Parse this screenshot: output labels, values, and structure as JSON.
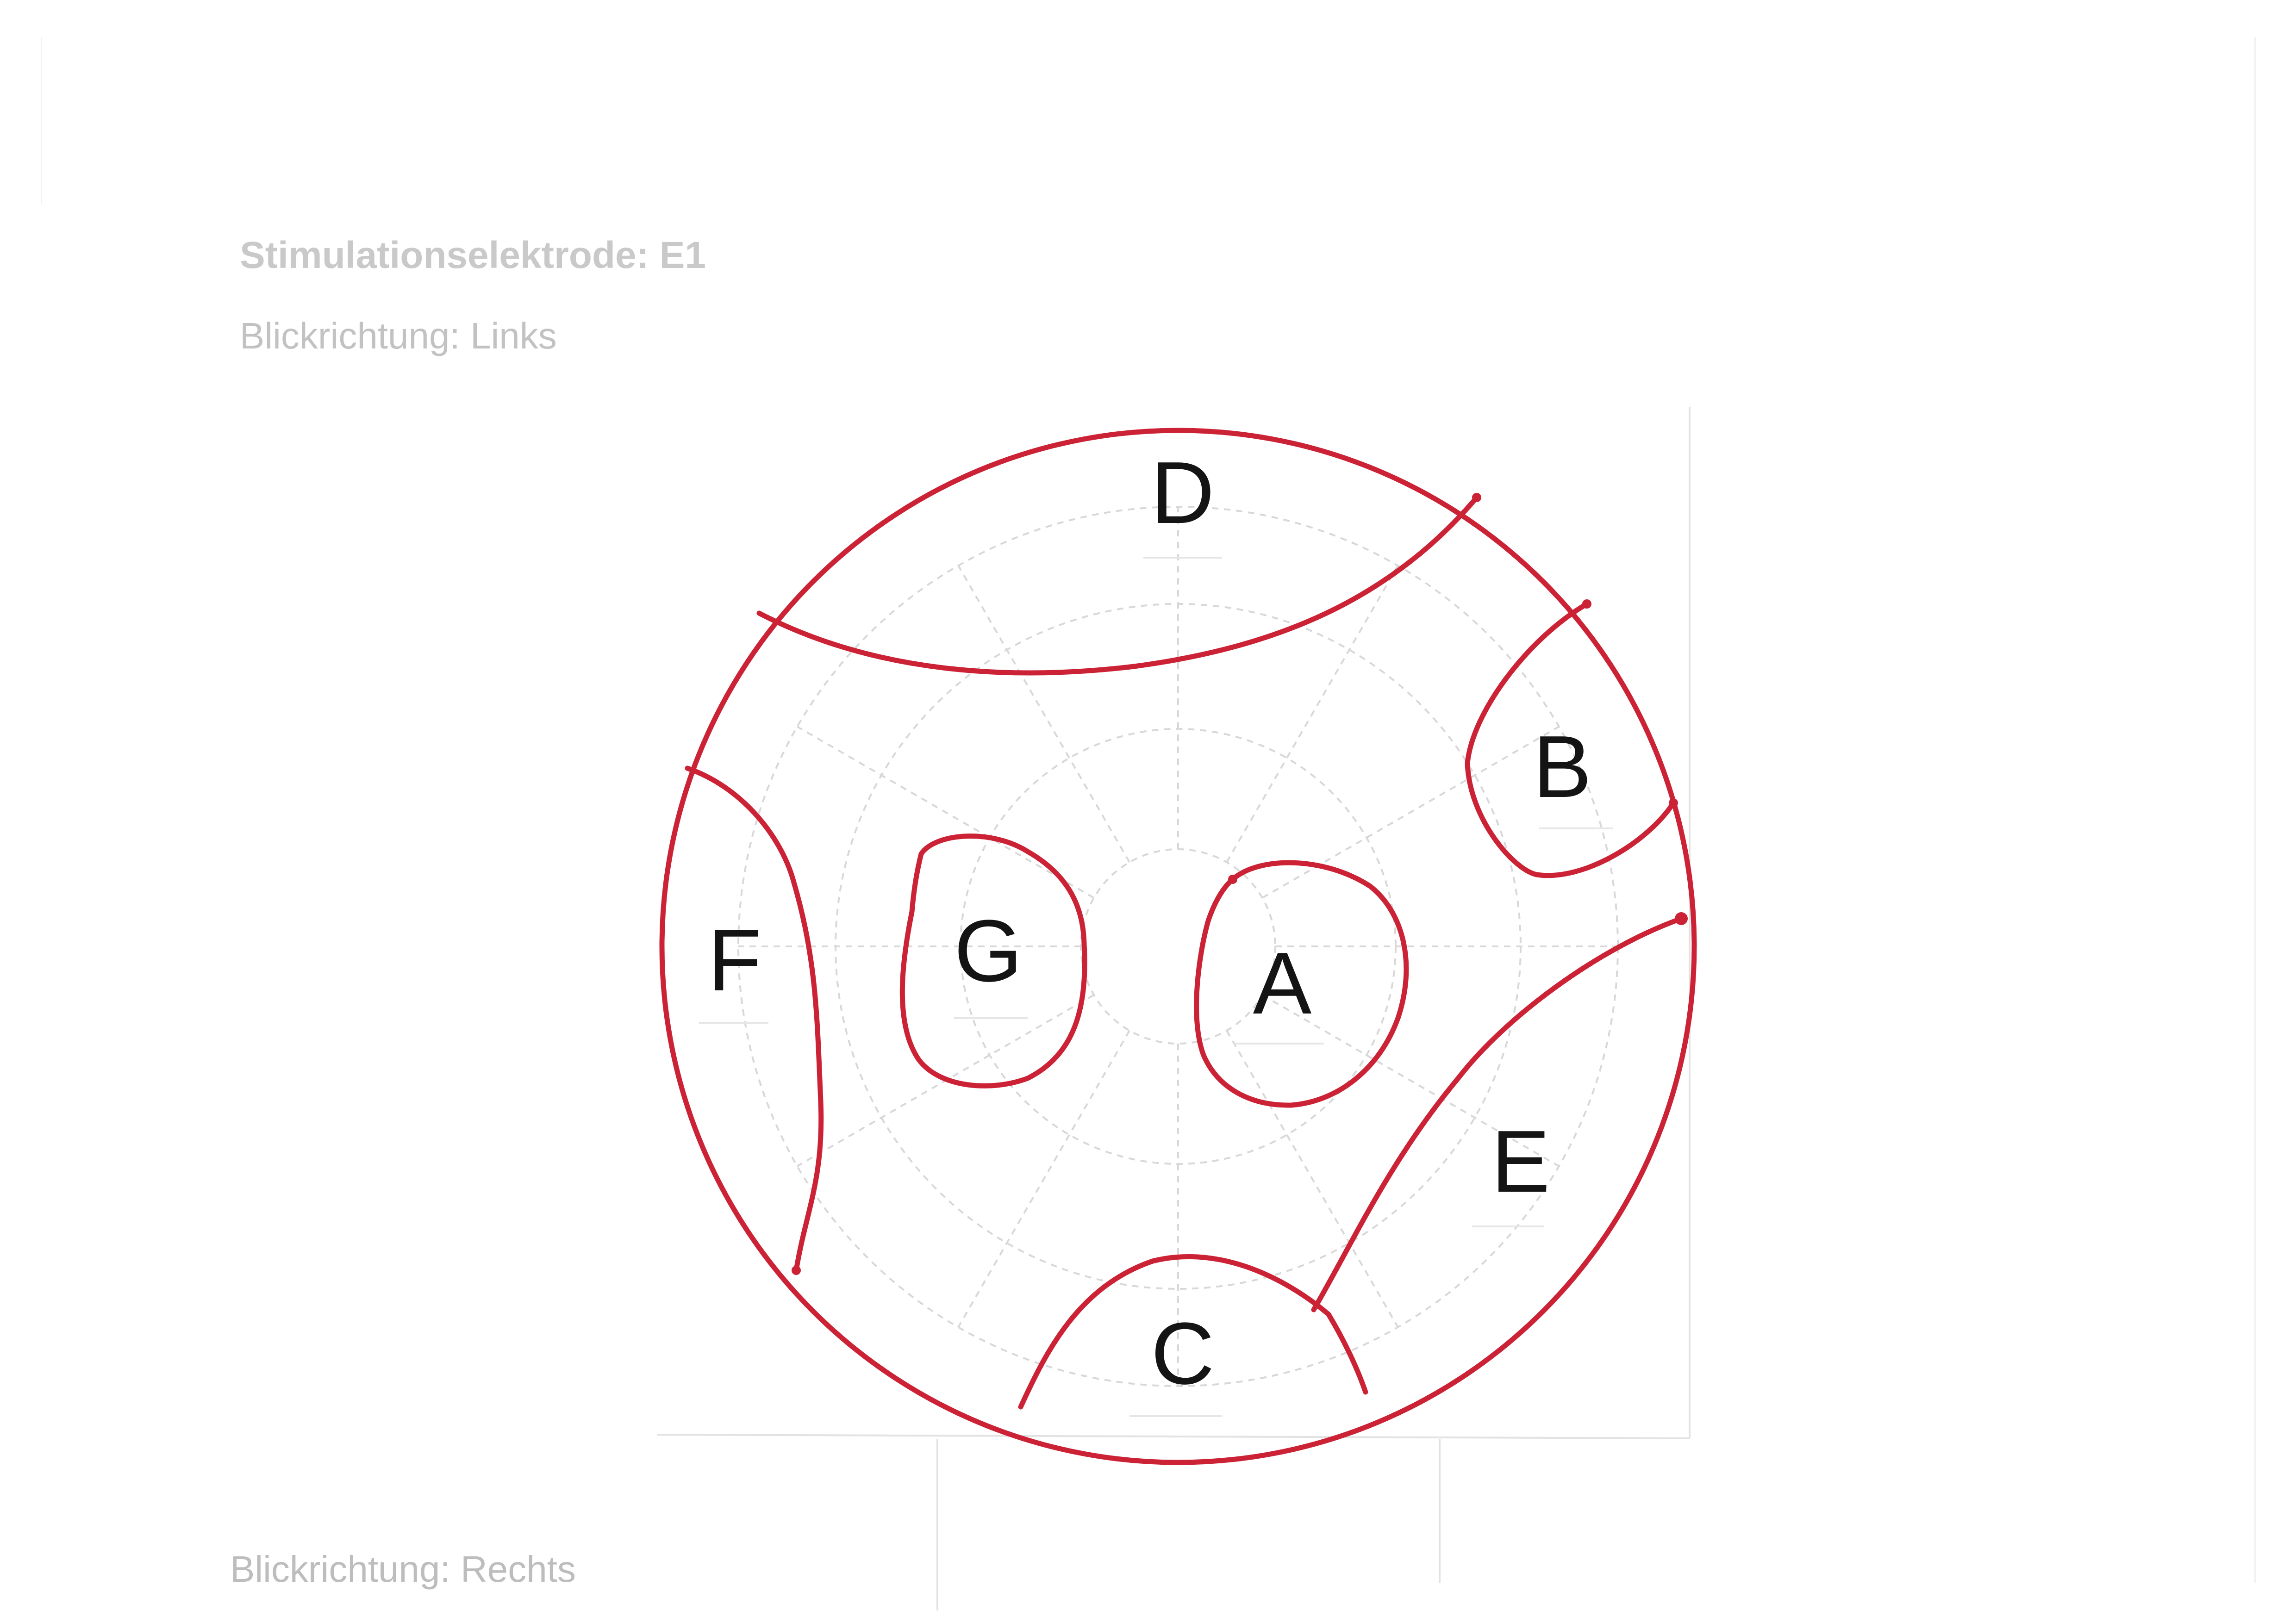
{
  "header": {
    "title": "Stimulationselektrode: E1",
    "top_direction": "Blickrichtung:  Links"
  },
  "footer": {
    "bottom_direction": "Blickrichtung:  Rechts"
  },
  "regions": [
    {
      "id": "A",
      "label": "A"
    },
    {
      "id": "B",
      "label": "B"
    },
    {
      "id": "C",
      "label": "C"
    },
    {
      "id": "D",
      "label": "D"
    },
    {
      "id": "E",
      "label": "E"
    },
    {
      "id": "F",
      "label": "F"
    },
    {
      "id": "G",
      "label": "G"
    }
  ],
  "colors": {
    "outline": "#cc2236",
    "grid": "#d6d6d6",
    "label": "#141414",
    "header_text": "#c9c9c9"
  }
}
